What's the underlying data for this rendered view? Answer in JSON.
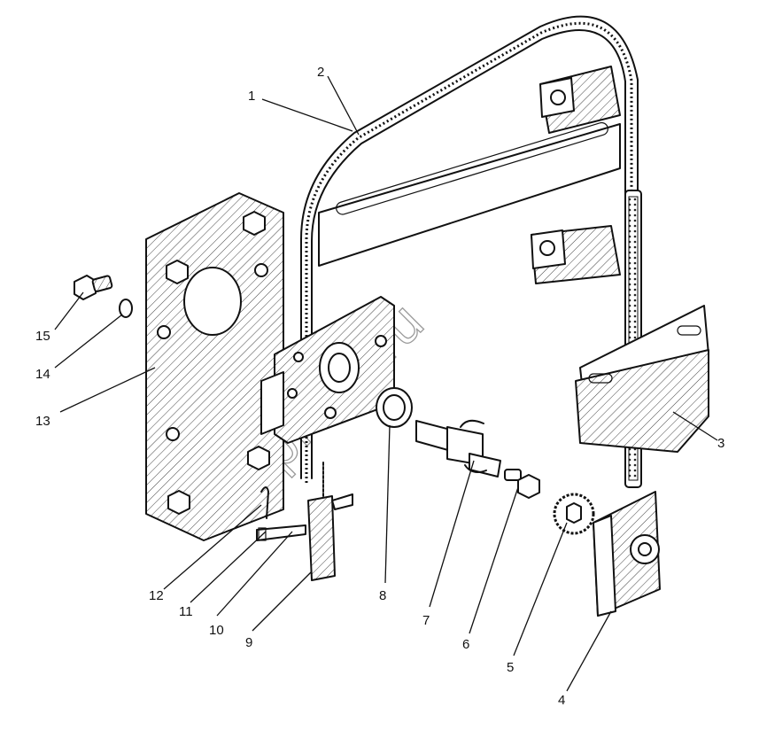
{
  "watermark": "carpram.ru",
  "callouts": [
    "1",
    "2",
    "3",
    "4",
    "5",
    "6",
    "7",
    "8",
    "9",
    "10",
    "11",
    "12",
    "13",
    "14",
    "15"
  ]
}
